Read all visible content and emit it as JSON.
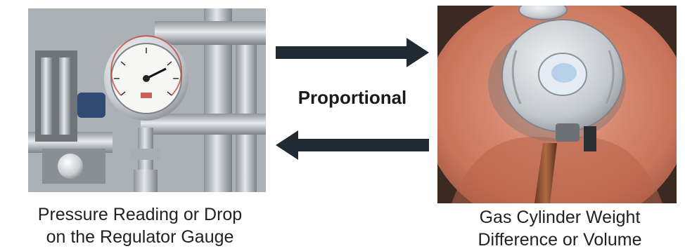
{
  "diagram": {
    "relation_label": "Proportional",
    "left": {
      "caption_line1": "Pressure Reading or Drop",
      "caption_line2": "on the Regulator Gauge",
      "image": "pressure-gauge-photo"
    },
    "right": {
      "caption_line1": "Gas Cylinder Weight",
      "caption_line2": "Difference or Volume",
      "image": "gas-cylinder-regulator-photo"
    },
    "arrows": [
      "arrow-right",
      "arrow-left"
    ],
    "colors": {
      "arrow": "#1f2a33",
      "cylinder": "#c8735a",
      "steel": "#b9bec4"
    }
  }
}
